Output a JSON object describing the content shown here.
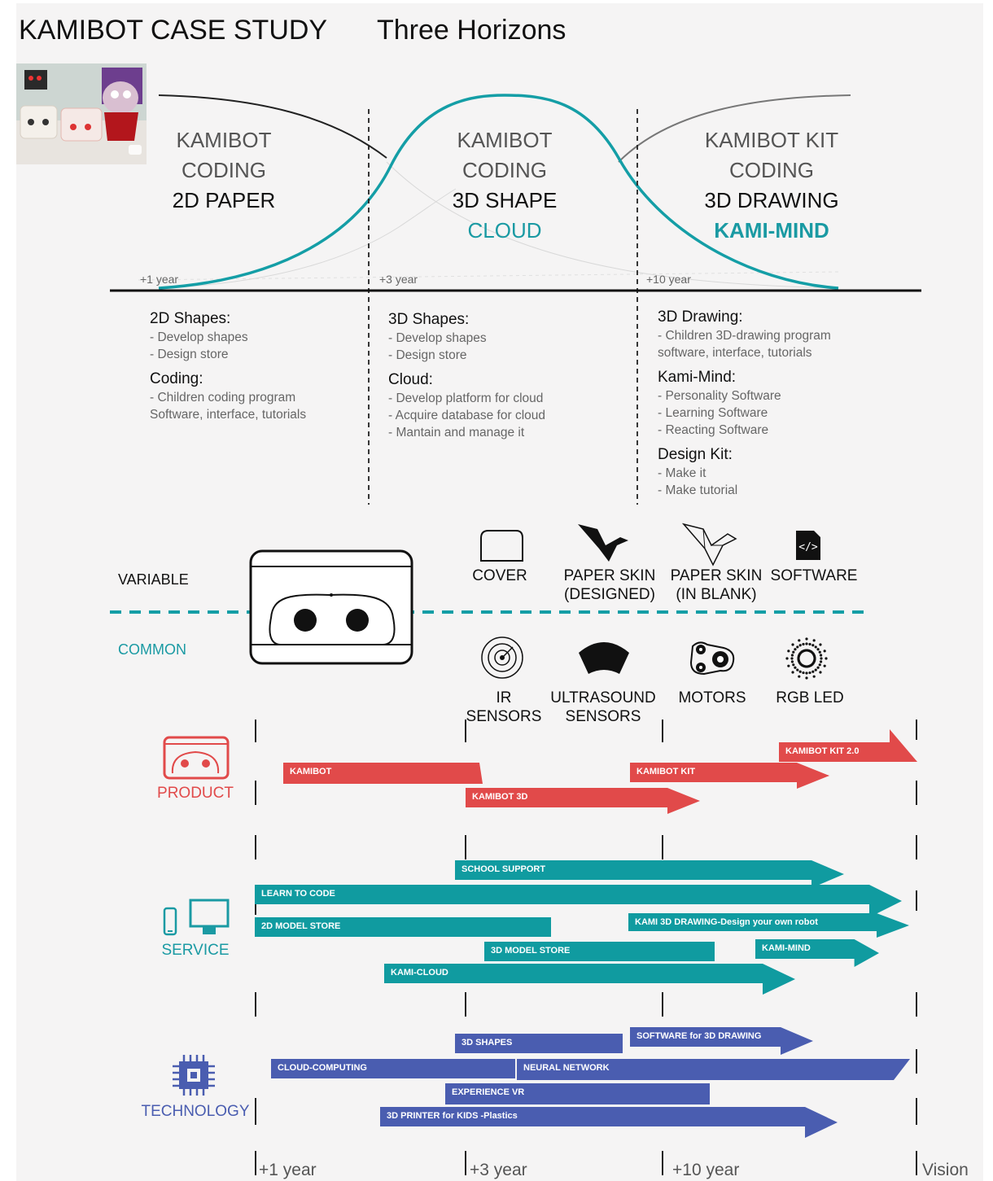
{
  "header": {
    "title": "KAMIBOT CASE STUDY",
    "subtitle": "Three Horizons"
  },
  "horizons": [
    {
      "lines": [
        "KAMIBOT",
        "CODING",
        "2D PAPER"
      ],
      "year": "+1 year"
    },
    {
      "lines": [
        "KAMIBOT",
        "CODING",
        "3D SHAPE",
        "CLOUD"
      ],
      "year": "+3 year"
    },
    {
      "lines": [
        "KAMIBOT KIT",
        "CODING",
        "3D DRAWING",
        "KAMI-MIND"
      ],
      "year": "+10 year"
    }
  ],
  "columns": [
    {
      "sections": [
        {
          "heading": "2D Shapes:",
          "items": [
            "- Develop shapes",
            "- Design store"
          ]
        },
        {
          "heading": "Coding:",
          "items": [
            "- Children coding program",
            "Software, interface, tutorials"
          ]
        }
      ]
    },
    {
      "sections": [
        {
          "heading": "3D Shapes:",
          "items": [
            "- Develop shapes",
            "- Design store"
          ]
        },
        {
          "heading": "Cloud:",
          "items": [
            "- Develop platform for cloud",
            "- Acquire database for cloud",
            "- Mantain and manage it"
          ]
        }
      ]
    },
    {
      "sections": [
        {
          "heading": "3D Drawing:",
          "items": [
            "- Children 3D-drawing program",
            "software, interface, tutorials"
          ]
        },
        {
          "heading": "Kami-Mind:",
          "items": [
            "- Personality Software",
            "- Learning Software",
            "- Reacting Software"
          ]
        },
        {
          "heading": "Design Kit:",
          "items": [
            "- Make it",
            "- Make tutorial"
          ]
        }
      ]
    }
  ],
  "components": {
    "variable_label": "VARIABLE",
    "common_label": "COMMON",
    "variable": [
      {
        "icon": "cover-icon",
        "label": "COVER"
      },
      {
        "icon": "origami-bird-icon",
        "label": "PAPER SKIN\n(DESIGNED)"
      },
      {
        "icon": "origami-bird-outline-icon",
        "label": "PAPER SKIN\n(IN BLANK)"
      },
      {
        "icon": "code-file-icon",
        "label": "SOFTWARE"
      }
    ],
    "common": [
      {
        "icon": "ir-sensor-icon",
        "label": "IR\nSENSORS"
      },
      {
        "icon": "ultrasound-icon",
        "label": "ULTRASOUND\nSENSORS"
      },
      {
        "icon": "motors-icon",
        "label": "MOTORS"
      },
      {
        "icon": "rgb-led-icon",
        "label": "RGB LED"
      }
    ]
  },
  "roadmap": {
    "x_ticks": [
      "+1 year",
      "+3 year",
      "+10 year",
      "Vision"
    ],
    "rows": [
      {
        "label": "PRODUCT",
        "color": "#e14a4a",
        "bars": [
          "KAMIBOT",
          "KAMIBOT 3D",
          "KAMIBOT KIT",
          "KAMIBOT KIT 2.0"
        ]
      },
      {
        "label": "SERVICE",
        "color": "#109ba0",
        "bars": [
          "SCHOOL SUPPORT",
          "LEARN TO CODE",
          "2D MODEL STORE",
          "KAMI 3D DRAWING-Design your own robot",
          "3D MODEL STORE",
          "KAMI-MIND",
          "KAMI-CLOUD"
        ]
      },
      {
        "label": "TECHNOLOGY",
        "color": "#4a5db0",
        "bars": [
          "3D SHAPES",
          "SOFTWARE for 3D DRAWING",
          "CLOUD-COMPUTING",
          "NEURAL NETWORK",
          "EXPERIENCE VR",
          "3D PRINTER for KIDS -Plastics"
        ]
      }
    ]
  }
}
